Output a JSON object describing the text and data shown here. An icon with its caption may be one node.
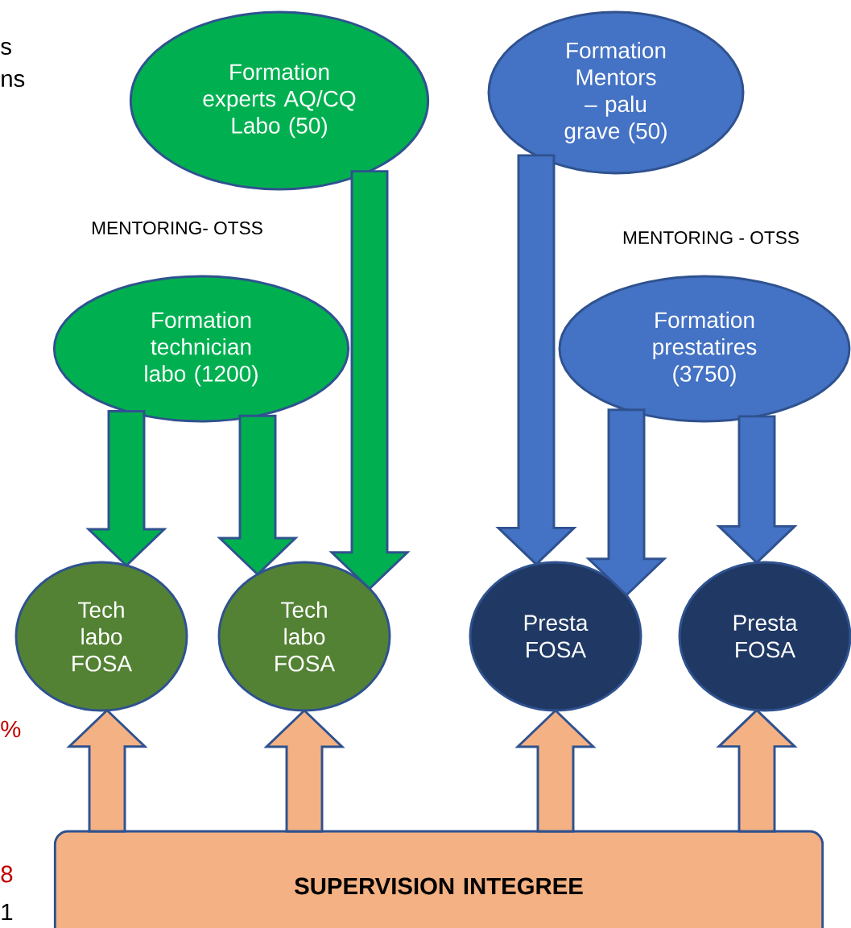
{
  "diagram": {
    "nodes": [
      {
        "text": [
          "Formation experts AQ/CQ Labo (50)"
        ]
      },
      {
        "text": [
          "Formation Mentors – palu grave (50)"
        ]
      },
      {
        "text": [
          "Formation technician labo (1200)"
        ]
      },
      {
        "text": [
          "Formation prestatires (3750)"
        ]
      },
      {
        "text": [
          "Tech labo FOSA"
        ]
      },
      {
        "text": [
          "Tech labo FOSA"
        ]
      },
      {
        "text": [
          "Presta FOSA"
        ]
      },
      {
        "text": [
          "Presta FOSA"
        ]
      },
      {
        "text": [
          "SUPERVISION INTEGREE"
        ]
      }
    ],
    "edges": [
      {
        "from": 0,
        "to": 5,
        "arrow": "to",
        "style": "thick",
        "color": "#00b050"
      },
      {
        "from": 2,
        "to": 4,
        "arrow": "to",
        "style": "thick",
        "color": "#00b050"
      },
      {
        "from": 2,
        "to": 5,
        "arrow": "to",
        "style": "thick",
        "color": "#00b050"
      },
      {
        "from": 1,
        "to": 6,
        "arrow": "to",
        "style": "thick",
        "color": "#4472c4"
      },
      {
        "from": 3,
        "to": 6,
        "arrow": "to",
        "style": "thick",
        "color": "#4472c4"
      },
      {
        "from": 3,
        "to": 7,
        "arrow": "to",
        "style": "thick",
        "color": "#4472c4"
      },
      {
        "from": 8,
        "to": 4,
        "arrow": "to",
        "style": "thick"
      },
      {
        "from": 8,
        "to": 5,
        "arrow": "to",
        "style": "thick"
      },
      {
        "from": 8,
        "to": 6,
        "arrow": "to",
        "style": "thick"
      },
      {
        "from": 8,
        "to": 7,
        "arrow": "to",
        "style": "thick"
      }
    ],
    "labels": [
      "s",
      "ns",
      "MENTORING- OTSS",
      "MENTORING - OTSS",
      "%",
      "8",
      "1"
    ]
  }
}
